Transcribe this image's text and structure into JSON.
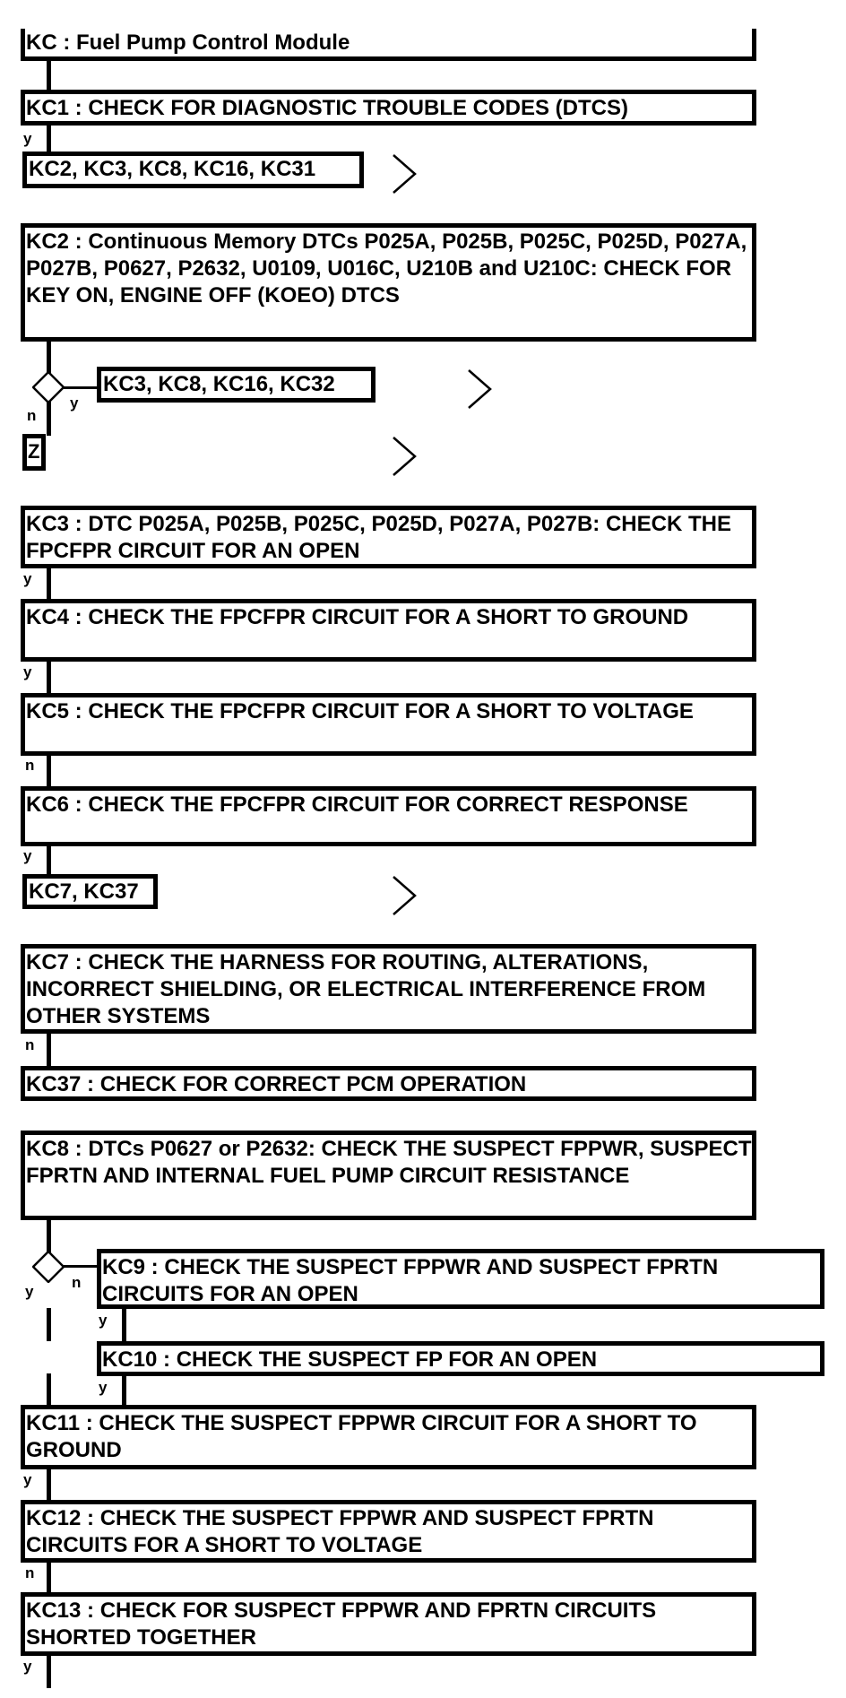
{
  "title": "KC : Fuel Pump Control Module",
  "steps": {
    "kc1": "KC1 : CHECK FOR DIAGNOSTIC TROUBLE CODES (DTCS)",
    "kc2": "KC2 : Continuous Memory DTCs P025A, P025B, P025C, P025D, P027A, P027B, P0627, P2632, U0109, U016C, U210B and U210C: CHECK FOR KEY ON, ENGINE OFF (KOEO) DTCS",
    "kc3": "KC3 : DTC P025A, P025B, P025C, P025D, P027A, P027B: CHECK THE FPCFPR CIRCUIT FOR AN OPEN",
    "kc4": "KC4 : CHECK THE FPCFPR CIRCUIT FOR A SHORT TO GROUND",
    "kc5": "KC5 : CHECK THE FPCFPR CIRCUIT FOR A SHORT TO VOLTAGE",
    "kc6": "KC6 : CHECK THE FPCFPR CIRCUIT FOR CORRECT RESPONSE",
    "kc7": "KC7 : CHECK THE HARNESS FOR ROUTING, ALTERATIONS, INCORRECT SHIELDING, OR ELECTRICAL INTERFERENCE FROM OTHER SYSTEMS",
    "kc37": "KC37 : CHECK FOR CORRECT PCM OPERATION",
    "kc8": "KC8 : DTCs P0627 or P2632: CHECK THE SUSPECT FPPWR, SUSPECT FPRTN AND INTERNAL FUEL PUMP CIRCUIT RESISTANCE",
    "kc9": "KC9 : CHECK THE SUSPECT FPPWR AND SUSPECT FPRTN CIRCUITS FOR AN OPEN",
    "kc10": "KC10 : CHECK THE SUSPECT FP FOR AN OPEN",
    "kc11": "KC11 : CHECK THE SUSPECT FPPWR CIRCUIT FOR A SHORT TO GROUND",
    "kc12": "KC12 : CHECK THE SUSPECT FPPWR AND SUSPECT FPRTN CIRCUITS FOR A SHORT TO VOLTAGE",
    "kc13": "KC13 : CHECK FOR SUSPECT FPPWR AND FPRTN CIRCUITS SHORTED TOGETHER"
  },
  "links": {
    "after_kc1": "KC2, KC3, KC8, KC16, KC31",
    "after_kc2_yes": "KC3, KC8, KC16, KC32",
    "after_kc2_no": "Z",
    "after_kc6": "KC7, KC37"
  },
  "branch": {
    "yes": "y",
    "no": "n"
  }
}
